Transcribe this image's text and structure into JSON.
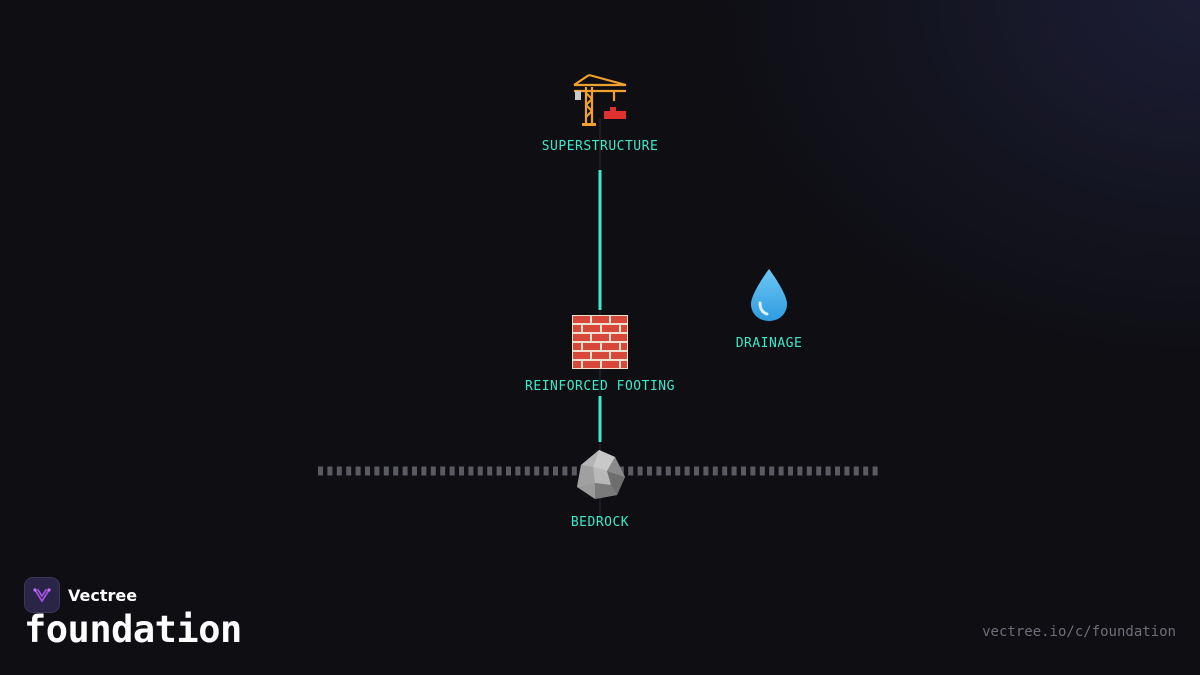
{
  "diagram": {
    "nodes": [
      {
        "id": "superstructure",
        "label": "SUPERSTRUCTURE",
        "icon": "crane-icon"
      },
      {
        "id": "reinforced-footing",
        "label": "REINFORCED FOOTING",
        "icon": "brick-icon"
      },
      {
        "id": "drainage",
        "label": "DRAINAGE",
        "icon": "droplet-icon"
      },
      {
        "id": "bedrock",
        "label": "BEDROCK",
        "icon": "rock-icon"
      }
    ],
    "edges": [
      {
        "from": "superstructure",
        "to": "reinforced-footing"
      },
      {
        "from": "reinforced-footing",
        "to": "bedrock"
      }
    ],
    "accent_color": "#3ee8c8",
    "ground_line_color": "#5a5a62"
  },
  "brand": {
    "name": "Vectree",
    "logo_icon": "vectree-logo-icon"
  },
  "page_title": "foundation",
  "url": "vectree.io/c/foundation"
}
